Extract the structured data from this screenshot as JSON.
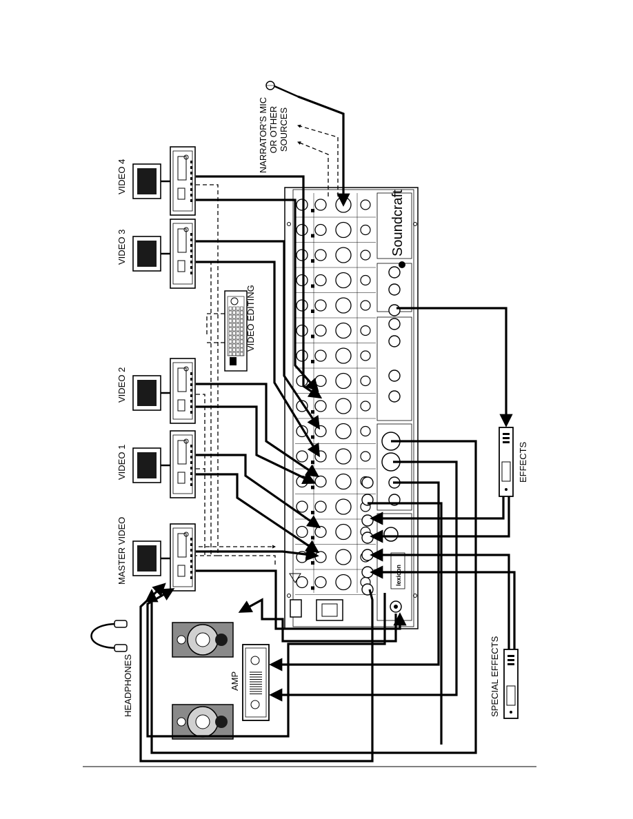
{
  "labels": {
    "narrator": [
      "NARRATOR'S MIC",
      "OR OTHER",
      "SOURCES"
    ],
    "video4": "VIDEO 4",
    "video3": "VIDEO 3",
    "video2": "VIDEO 2",
    "video1": "VIDEO 1",
    "master_video": "MASTER VIDEO",
    "video_editing": "VIDEO EDITING",
    "headphones": "HEADPHONES",
    "amp": "AMP",
    "effects": "EFFECTS",
    "special_effects": "SPECIAL EFFECTS",
    "brand": "Soundcraft",
    "panel_brand": "lexicon"
  },
  "colors": {
    "ink": "#000000",
    "speaker_body": "#8a8a8a",
    "screen": "#1a1a1a",
    "paper": "#ffffff"
  }
}
